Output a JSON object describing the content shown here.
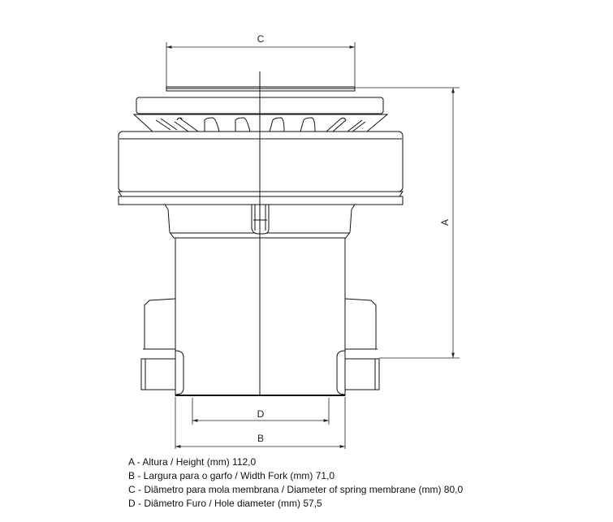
{
  "dimension_labels": {
    "A": "A",
    "B": "B",
    "C": "C",
    "D": "D"
  },
  "legend": [
    "A - Altura / Height (mm) 112,0",
    "B - Largura para o garfo / Width Fork (mm) 71,0",
    "C - Diâmetro para mola membrana / Diameter of spring membrane (mm) 80,0",
    "D - Diâmetro Furo / Hole diameter (mm) 57,5"
  ]
}
